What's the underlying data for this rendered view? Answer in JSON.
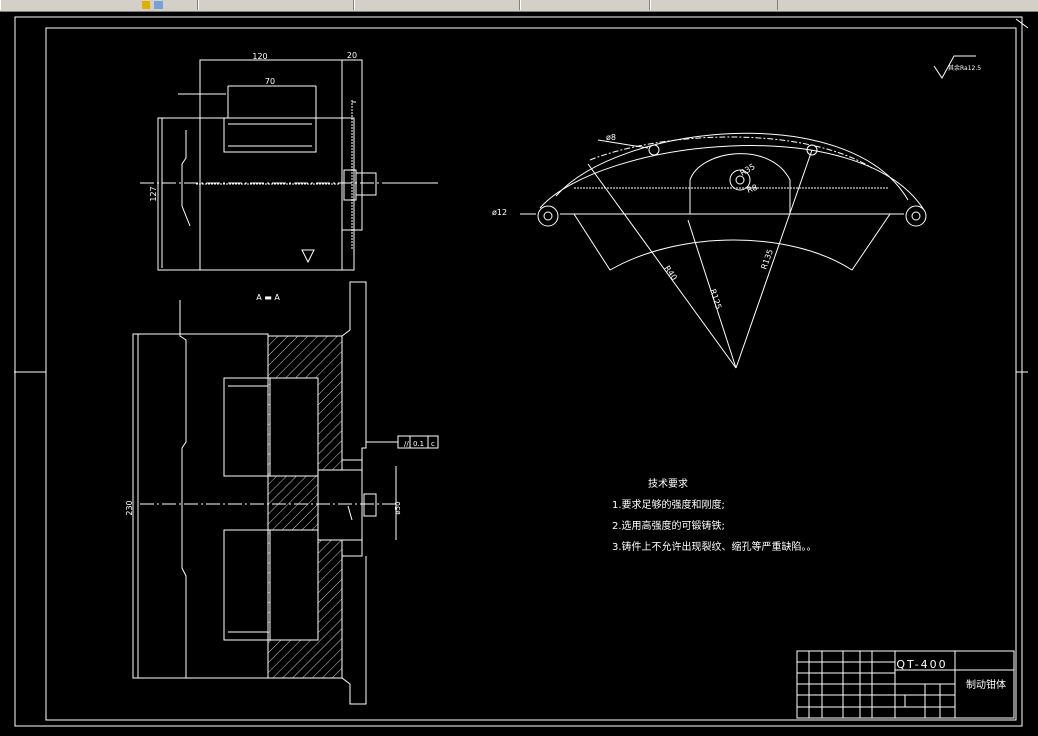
{
  "tabs": [
    {
      "label": "",
      "width": 198
    },
    {
      "label": "",
      "width": 156
    },
    {
      "label": "",
      "width": 166
    },
    {
      "label": "",
      "width": 130
    },
    {
      "label": "",
      "width": 128
    }
  ],
  "dims": {
    "w120": "120",
    "w20": "20",
    "w70": "70",
    "h127": "127",
    "h230": "230",
    "d50": "ø50",
    "d8": "ø8",
    "d12": "ø12",
    "r35": "R35",
    "r8": "R8",
    "r40": "R40",
    "r125": "R125",
    "r135": "R135",
    "section": "A ▬ A",
    "tolerance_a": "//",
    "tolerance_b": "0.1",
    "tolerance_c": "c",
    "roughness": "其余Ra12.5"
  },
  "tech": {
    "title": "技术要求",
    "items": [
      "1.要求足够的强度和刚度;",
      "2.选用高强度的可锻铸铁;",
      "3.铸件上不允许出现裂纹、缩孔等严重缺陷。。"
    ]
  },
  "title_block": {
    "material": "QT-400",
    "part_name": "制动钳体"
  }
}
